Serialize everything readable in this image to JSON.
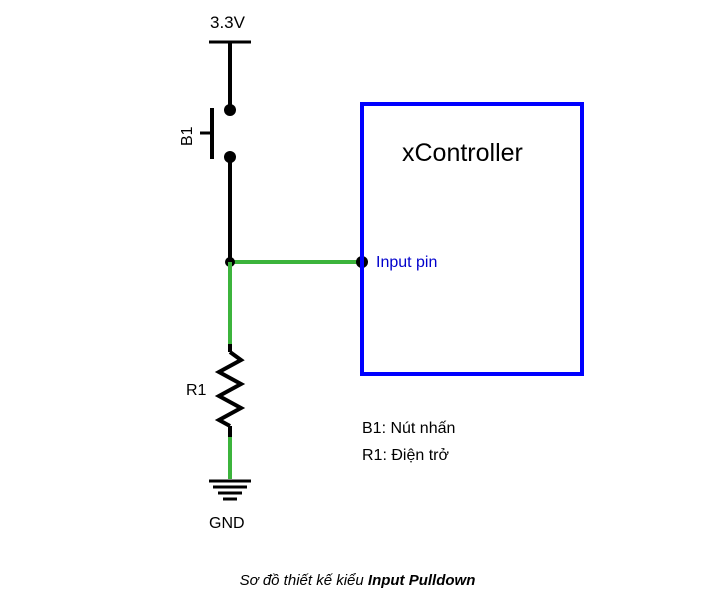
{
  "diagram": {
    "supply_label": "3.3V",
    "button_label": "B1",
    "resistor_label": "R1",
    "ground_label": "GND",
    "controller_label": "xController",
    "input_pin_label": "Input pin",
    "legend": [
      "B1: Nút nhấn",
      "R1: Điện trở"
    ],
    "colors": {
      "wire_black": "#000000",
      "wire_green": "#3cb43c",
      "controller_border": "#0000ff",
      "pin_text": "#0000cc"
    }
  },
  "caption": {
    "prefix": "Sơ đồ thiết kế kiểu ",
    "emphasis": "Input Pulldown"
  }
}
